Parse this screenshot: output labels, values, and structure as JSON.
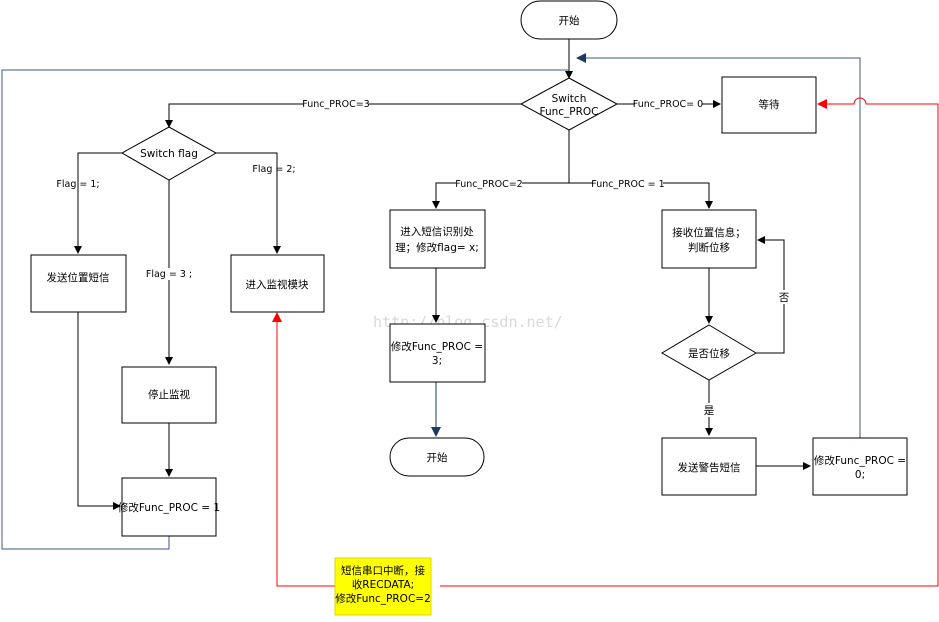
{
  "nodes": {
    "start_top": "开始",
    "switch_proc_line1": "Switch",
    "switch_proc_line2": "Func_PROC",
    "wait": "等待",
    "switch_flag": "Switch flag",
    "send_location_sms": "发送位置短信",
    "enter_monitor": "进入监视模块",
    "stop_monitor": "停止监视",
    "modify_proc_1": "修改Func_PROC = 1",
    "sms_process_line1": "进入短信识别处",
    "sms_process_line2": "理；修改flag= x;",
    "modify_proc_3_line1": "修改Func_PROC =",
    "modify_proc_3_line2": "3;",
    "start_bottom": "开始",
    "receive_location_line1": "接收位置信息；",
    "receive_location_line2": "判断位移",
    "is_moved": "是否位移",
    "send_alarm_sms": "发送警告短信",
    "modify_proc_0_line1": "修改Func_PROC =",
    "modify_proc_0_line2": "0;",
    "interrupt_line1": "短信串口中断，接",
    "interrupt_line2": "收RECDATA;",
    "interrupt_line3": "修改Func_PROC=2"
  },
  "edge_labels": {
    "proc_3": "Func_PROC=3",
    "proc_0": "Func_PROC= 0",
    "proc_2": "Func_PROC=2",
    "proc_1": "Func_PROC = 1",
    "flag_1": "Flag = 1;",
    "flag_2": "Flag = 2;",
    "flag_3": "Flag = 3 ;",
    "no": "否",
    "yes": "是"
  },
  "watermark": "http://blog.csdn.net/",
  "colors": {
    "stroke": "#000000",
    "loop_line": "#3b5a85",
    "arrow_head": "#1f3864",
    "interrupt_line": "#ff0000",
    "interrupt_fill": "#ffff00"
  }
}
